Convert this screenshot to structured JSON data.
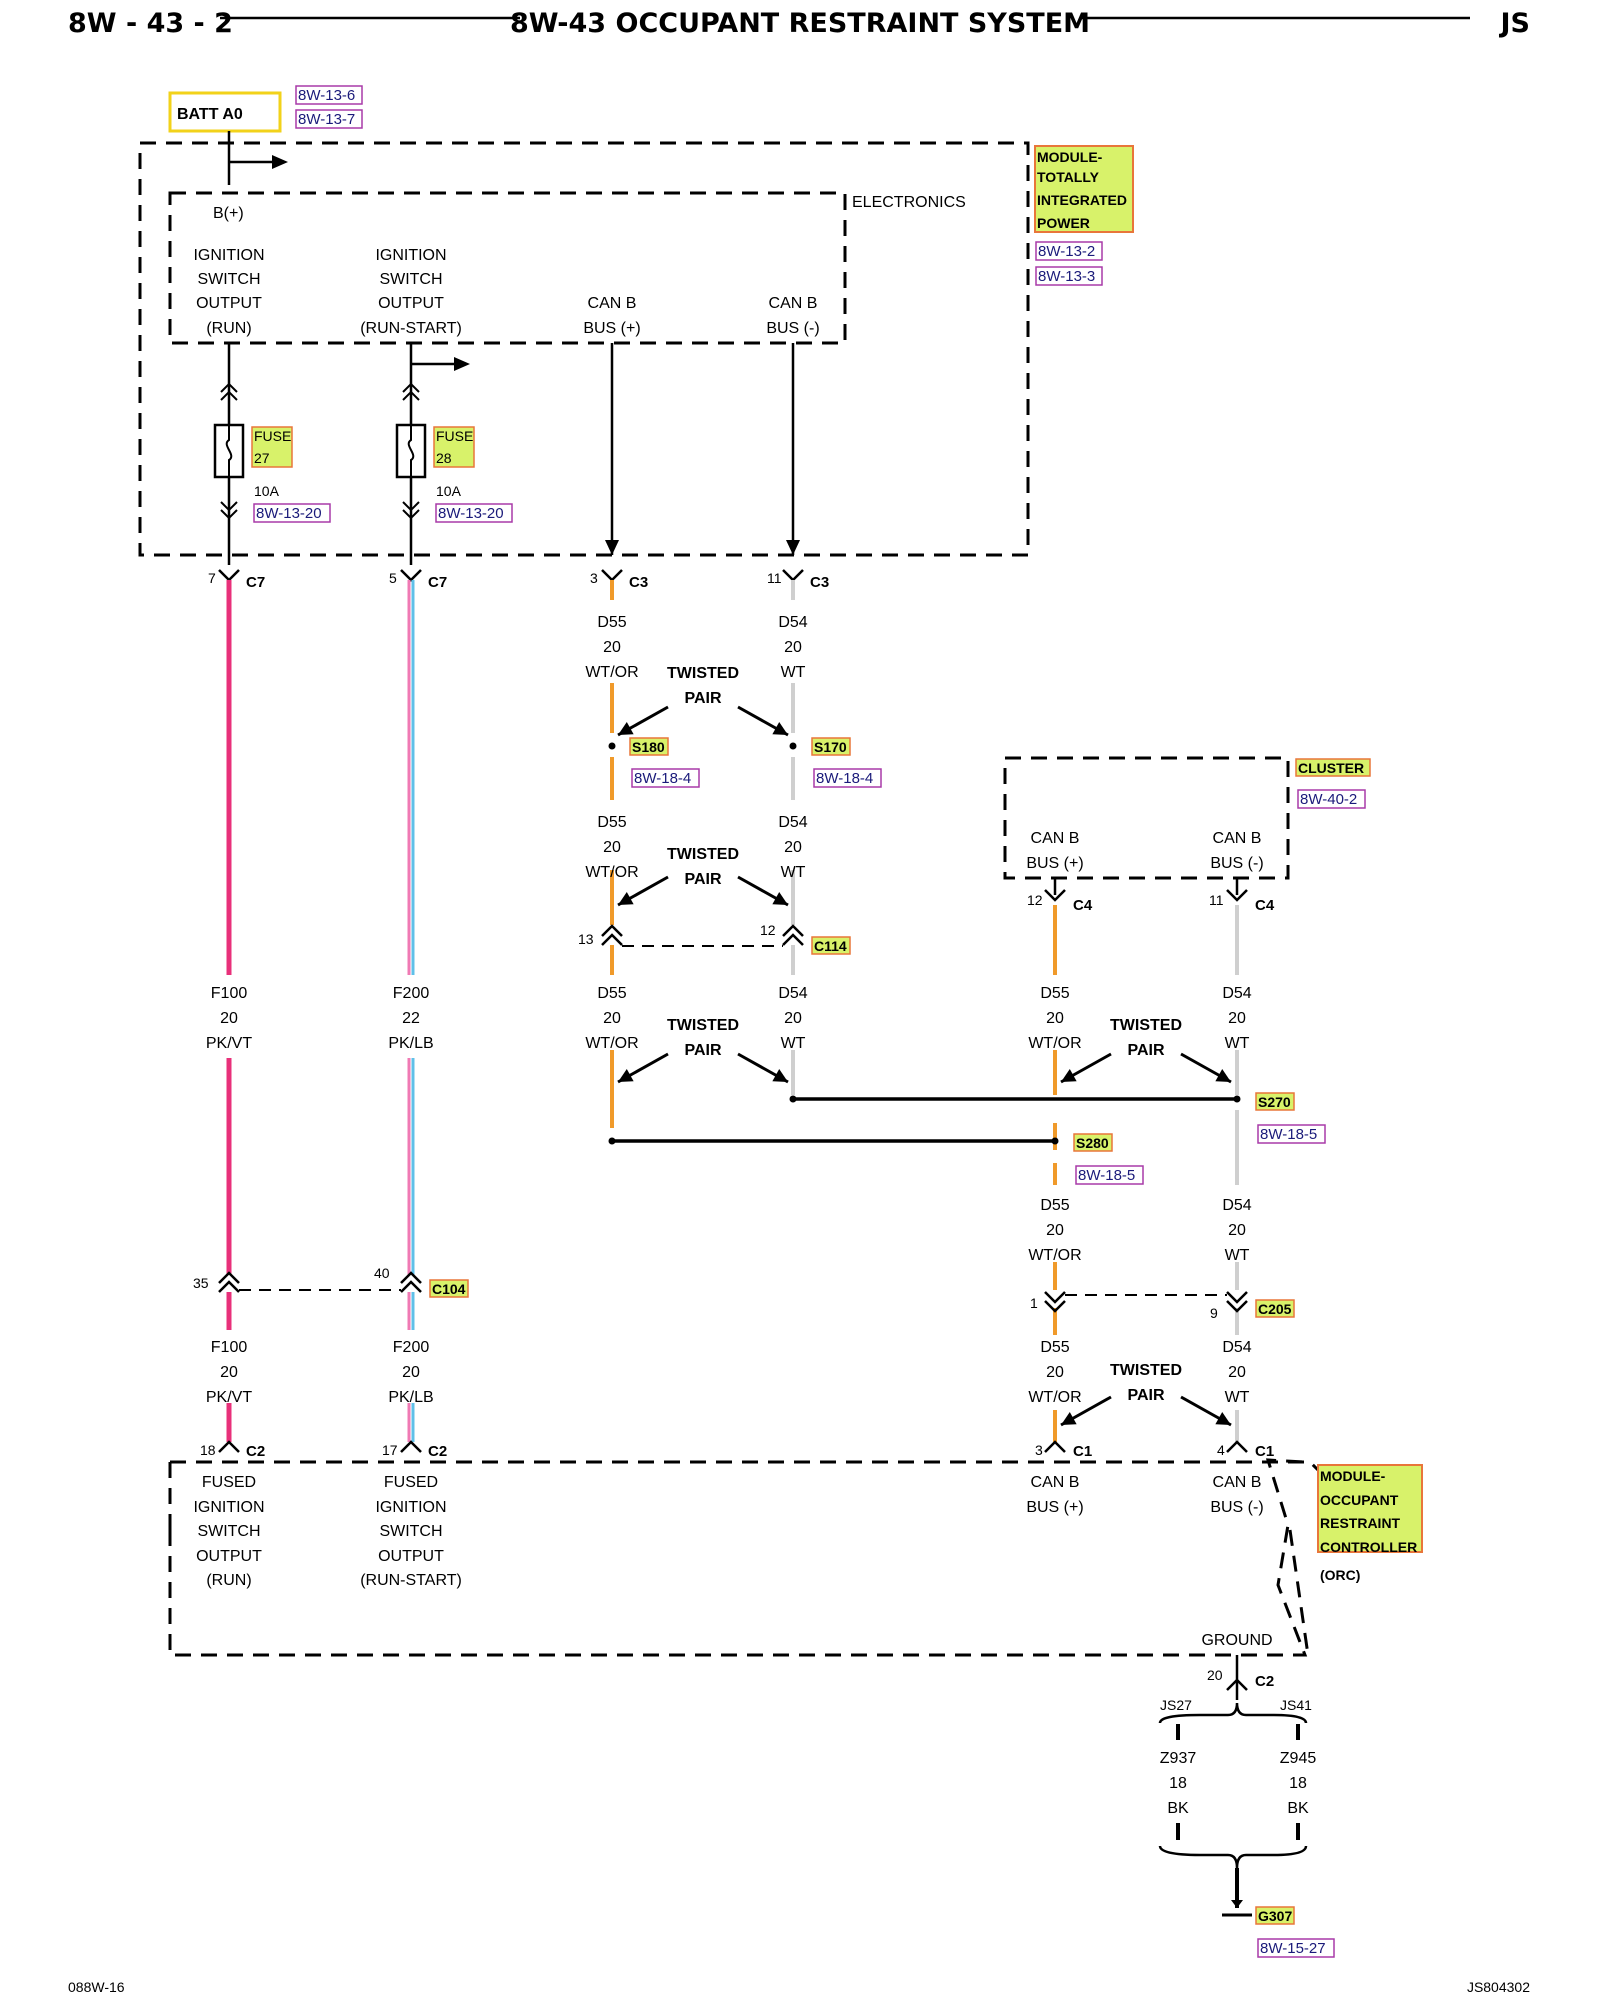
{
  "header": {
    "page_id": "8W - 43 - 2",
    "title": "8W-43 OCCUPANT RESTRAINT SYSTEM",
    "model": "JS"
  },
  "footer": {
    "left_code": "088W-16",
    "right_code": "JS804302"
  },
  "batt": {
    "label": "BATT A0",
    "refs": [
      "8W-13-6",
      "8W-13-7"
    ]
  },
  "tipm": {
    "name_lines": [
      "MODULE-",
      "TOTALLY",
      "INTEGRATED",
      "POWER"
    ],
    "refs": [
      "8W-13-2",
      "8W-13-3"
    ],
    "section_label": "ELECTRONICS",
    "bplus": "B(+)",
    "pins": {
      "ign_run": [
        "IGNITION",
        "SWITCH",
        "OUTPUT",
        "(RUN)"
      ],
      "ign_start": [
        "IGNITION",
        "SWITCH",
        "OUTPUT",
        "(RUN-START)"
      ],
      "canp": [
        "CAN B",
        "BUS (+)"
      ],
      "canm": [
        "CAN B",
        "BUS (-)"
      ]
    },
    "fuse27": {
      "lines": [
        "FUSE",
        "27"
      ],
      "rating": "10A",
      "ref": "8W-13-20"
    },
    "fuse28": {
      "lines": [
        "FUSE",
        "28"
      ],
      "rating": "10A",
      "ref": "8W-13-20"
    }
  },
  "connectors": {
    "c7_a": {
      "pin": "7",
      "name": "C7"
    },
    "c7_b": {
      "pin": "5",
      "name": "C7"
    },
    "c3_a": {
      "pin": "3",
      "name": "C3"
    },
    "c3_b": {
      "pin": "11",
      "name": "C3"
    },
    "c114_a": {
      "pin": "13"
    },
    "c114_b": {
      "pin": "12",
      "name": "C114"
    },
    "c4_a": {
      "pin": "12",
      "name": "C4"
    },
    "c4_b": {
      "pin": "11",
      "name": "C4"
    },
    "c104_a": {
      "pin": "35"
    },
    "c104_b": {
      "pin": "40",
      "name": "C104"
    },
    "c205_a": {
      "pin": "1"
    },
    "c205_b": {
      "pin": "9",
      "name": "C205"
    },
    "c2_a": {
      "pin": "18",
      "name": "C2"
    },
    "c2_b": {
      "pin": "17",
      "name": "C2"
    },
    "c1_a": {
      "pin": "3",
      "name": "C1"
    },
    "c1_b": {
      "pin": "4",
      "name": "C1"
    },
    "c2_gnd": {
      "pin": "20",
      "name": "C2"
    }
  },
  "wires": {
    "d55_1": [
      "D55",
      "20",
      "WT/OR"
    ],
    "d54_1": [
      "D54",
      "20",
      "WT"
    ],
    "d55_2": [
      "D55",
      "20",
      "WT/OR"
    ],
    "d54_2": [
      "D54",
      "20",
      "WT"
    ],
    "d55_3": [
      "D55",
      "20",
      "WT/OR"
    ],
    "d54_3": [
      "D54",
      "20",
      "WT"
    ],
    "d55_4": [
      "D55",
      "20",
      "WT/OR"
    ],
    "d54_4": [
      "D54",
      "20",
      "WT"
    ],
    "d55_5": [
      "D55",
      "20",
      "WT/OR"
    ],
    "d54_5": [
      "D54",
      "20",
      "WT"
    ],
    "d55_6": [
      "D55",
      "20",
      "WT/OR"
    ],
    "d54_6": [
      "D54",
      "20",
      "WT"
    ],
    "f100_1": [
      "F100",
      "20",
      "PK/VT"
    ],
    "f200_1": [
      "F200",
      "22",
      "PK/LB"
    ],
    "f100_2": [
      "F100",
      "20",
      "PK/VT"
    ],
    "f200_2": [
      "F200",
      "20",
      "PK/LB"
    ],
    "z937": [
      "Z937",
      "18",
      "BK"
    ],
    "z945": [
      "Z945",
      "18",
      "BK"
    ]
  },
  "twisted_pair": [
    "TWISTED",
    "PAIR"
  ],
  "splices": {
    "s180": {
      "name": "S180",
      "ref": "8W-18-4"
    },
    "s170": {
      "name": "S170",
      "ref": "8W-18-4"
    },
    "s270": {
      "name": "S270",
      "ref": "8W-18-5"
    },
    "s280": {
      "name": "S280",
      "ref": "8W-18-5"
    },
    "js27": "JS27",
    "js41": "JS41"
  },
  "cluster": {
    "name": "CLUSTER",
    "ref": "8W-40-2",
    "canp": [
      "CAN B",
      "BUS (+)"
    ],
    "canm": [
      "CAN B",
      "BUS (-)"
    ]
  },
  "orc": {
    "name_lines": [
      "MODULE-",
      "OCCUPANT",
      "RESTRAINT",
      "CONTROLLER"
    ],
    "abbr": "(ORC)",
    "pins": {
      "fused_run": [
        "FUSED",
        "IGNITION",
        "SWITCH",
        "OUTPUT",
        "(RUN)"
      ],
      "fused_start": [
        "FUSED",
        "IGNITION",
        "SWITCH",
        "OUTPUT",
        "(RUN-START)"
      ],
      "canp": [
        "CAN B",
        "BUS (+)"
      ],
      "canm": [
        "CAN B",
        "BUS (-)"
      ]
    },
    "ground": "GROUND"
  },
  "ground": {
    "name": "G307",
    "ref": "8W-15-27"
  },
  "colors": {
    "pk_vt": "#e8307a",
    "pk": "#f07ab4",
    "lb": "#5fc0e8",
    "wt_or": "#f09a2a",
    "wt": "#cfcfcf",
    "highlight": "#d8f26a",
    "highlight_border": "#e8763a",
    "ref_border": "#a83aa8",
    "batt_border": "#f2d21a"
  }
}
